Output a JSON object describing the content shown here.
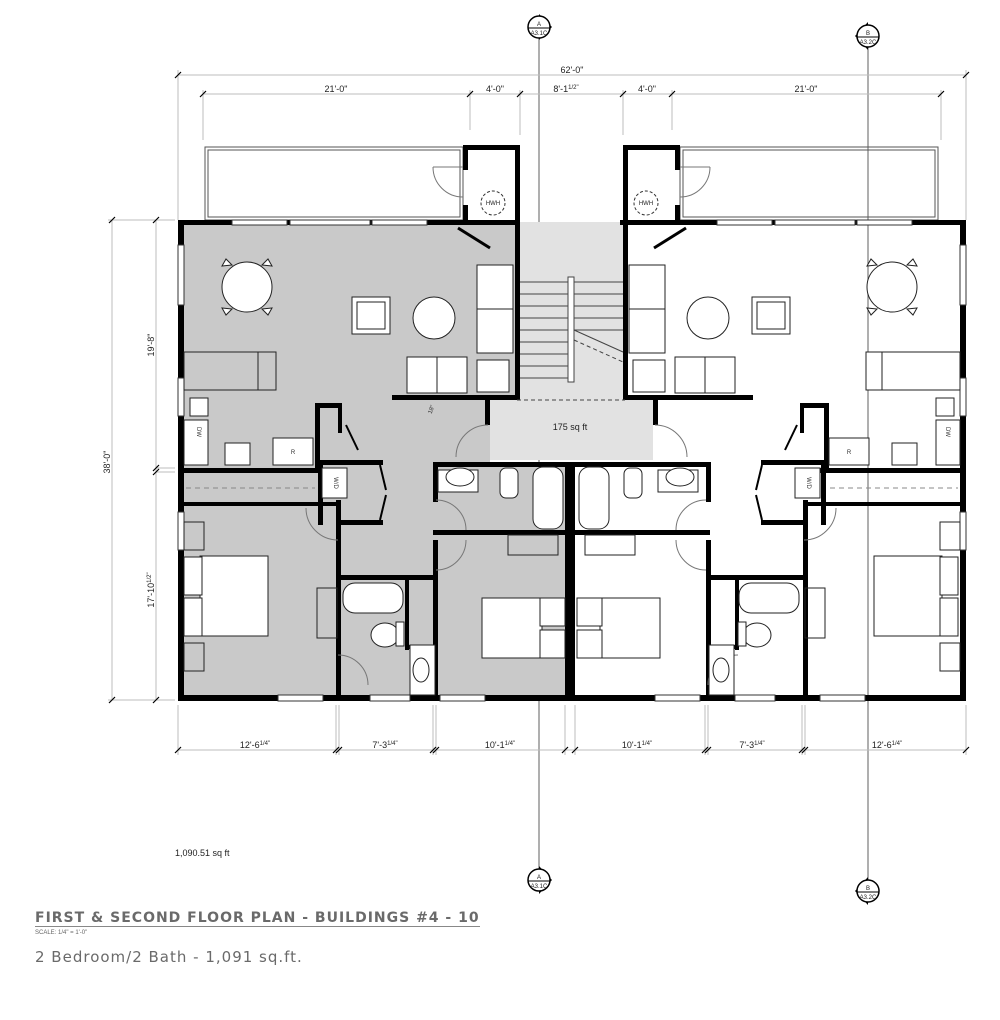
{
  "drawing": {
    "title": "FIRST & SECOND FLOOR PLAN - BUILDINGS #4 - 10",
    "scale": "SCALE: 1/4\" = 1'-0\"",
    "subtitle": "2 Bedroom/2 Bath - 1,091 sq.ft.",
    "total_area": "1,090.51 sq ft",
    "stair_area": "175 sq ft"
  },
  "section_markers": [
    {
      "id": "A",
      "sheet": "A3.1C",
      "position": "top-left"
    },
    {
      "id": "B",
      "sheet": "A3.2C",
      "position": "top-right"
    },
    {
      "id": "A",
      "sheet": "A3.1C",
      "position": "bottom-left"
    },
    {
      "id": "B",
      "sheet": "A3.2C",
      "position": "bottom-right"
    }
  ],
  "dimensions": {
    "top_overall": "62'-0\"",
    "top_segments": [
      {
        "main": "21'-0\"",
        "sup": ""
      },
      {
        "main": "4'-0\"",
        "sup": ""
      },
      {
        "main": "8'-1",
        "sup": "1/2\""
      },
      {
        "main": "4'-0\"",
        "sup": ""
      },
      {
        "main": "21'-0\"",
        "sup": ""
      }
    ],
    "left_overall": "38'-0\"",
    "left_segments": [
      {
        "main": "19'-8\"",
        "sup": ""
      },
      {
        "main": "17'-10",
        "sup": "1/2\""
      }
    ],
    "bottom_segments": [
      {
        "main": "12'-6",
        "sup": "1/4\""
      },
      {
        "main": "7'-3",
        "sup": "1/4\""
      },
      {
        "main": "10'-1",
        "sup": "1/4\""
      },
      {
        "main": "10'-1",
        "sup": "1/4\""
      },
      {
        "main": "7'-3",
        "sup": "1/4\""
      },
      {
        "main": "12'-6",
        "sup": "1/4\""
      }
    ],
    "clearance": "18\""
  },
  "fixture_labels": {
    "water_heater": "HWH",
    "dishwasher": "DW",
    "washer_dryer": "W/D",
    "refrigerator": "R"
  },
  "colors": {
    "unit_fill": "#c9c9c9",
    "stair_fill": "#e2e2e2",
    "wall": "#000000",
    "dim_line": "#bdbdbd",
    "title_text": "#6a6a6a"
  }
}
